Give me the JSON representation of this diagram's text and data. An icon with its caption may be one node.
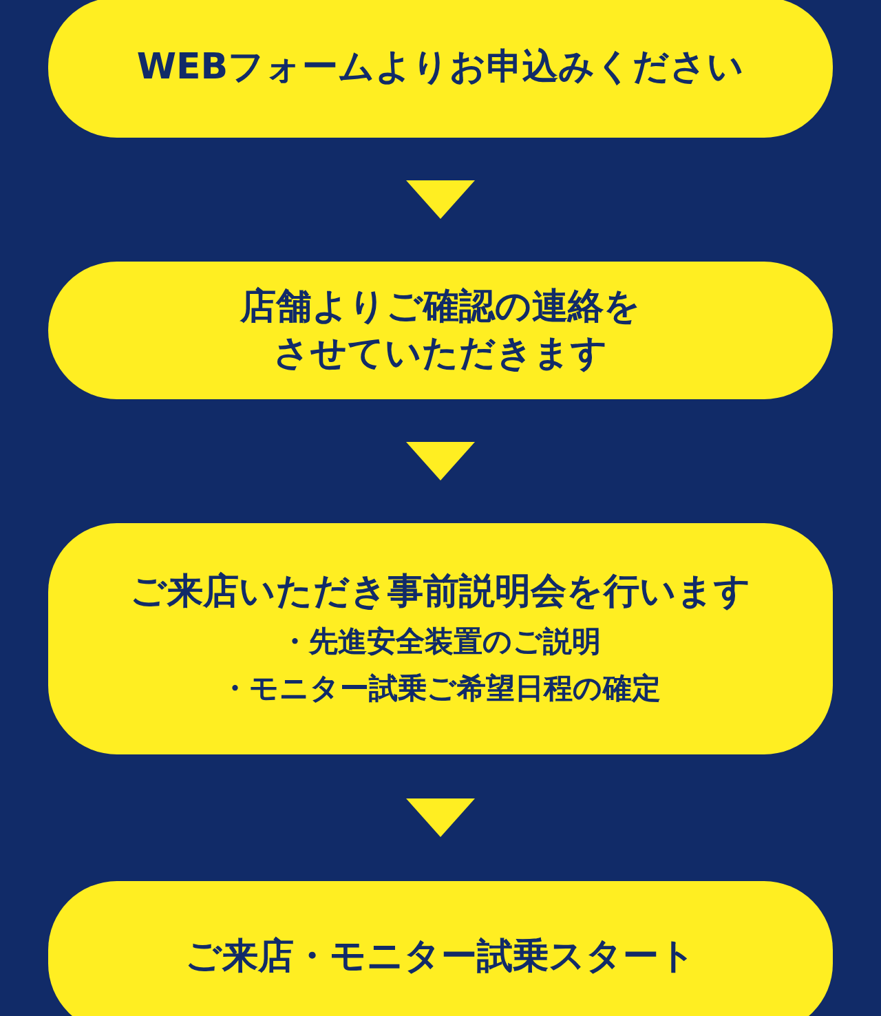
{
  "diagram": {
    "nodes": [
      {
        "text": [
          "WEBフォームよりお申込みください"
        ]
      },
      {
        "text": [
          "店舗よりご確認の連絡をさせていただきます"
        ]
      },
      {
        "text": [
          "ご来店いただき事前説明会を行います",
          "・先進安全装置のご説明",
          "・モニター試乗ご希望日程の確定"
        ]
      },
      {
        "text": [
          "ご来店・モニター試乗スタート"
        ]
      }
    ],
    "edges": [
      {
        "from": 0,
        "to": 1,
        "arrow": "to"
      },
      {
        "from": 1,
        "to": 2,
        "arrow": "to"
      },
      {
        "from": 2,
        "to": 3,
        "arrow": "to"
      }
    ]
  }
}
